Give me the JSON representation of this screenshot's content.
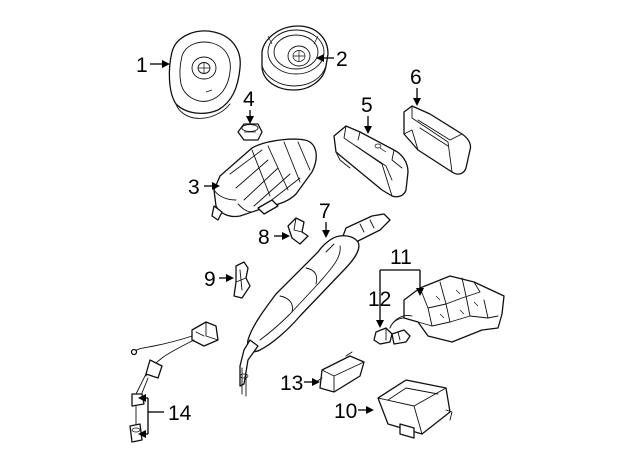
{
  "callouts": [
    {
      "id": "1",
      "text": "1"
    },
    {
      "id": "2",
      "text": "2"
    },
    {
      "id": "3",
      "text": "3"
    },
    {
      "id": "4",
      "text": "4"
    },
    {
      "id": "5",
      "text": "5"
    },
    {
      "id": "6",
      "text": "6"
    },
    {
      "id": "7",
      "text": "7"
    },
    {
      "id": "8",
      "text": "8"
    },
    {
      "id": "9",
      "text": "9"
    },
    {
      "id": "10",
      "text": "10"
    },
    {
      "id": "11",
      "text": "11"
    },
    {
      "id": "12",
      "text": "12"
    },
    {
      "id": "13",
      "text": "13"
    },
    {
      "id": "14",
      "text": "14"
    }
  ],
  "colors": {
    "line": "#111111",
    "background": "#ffffff"
  }
}
